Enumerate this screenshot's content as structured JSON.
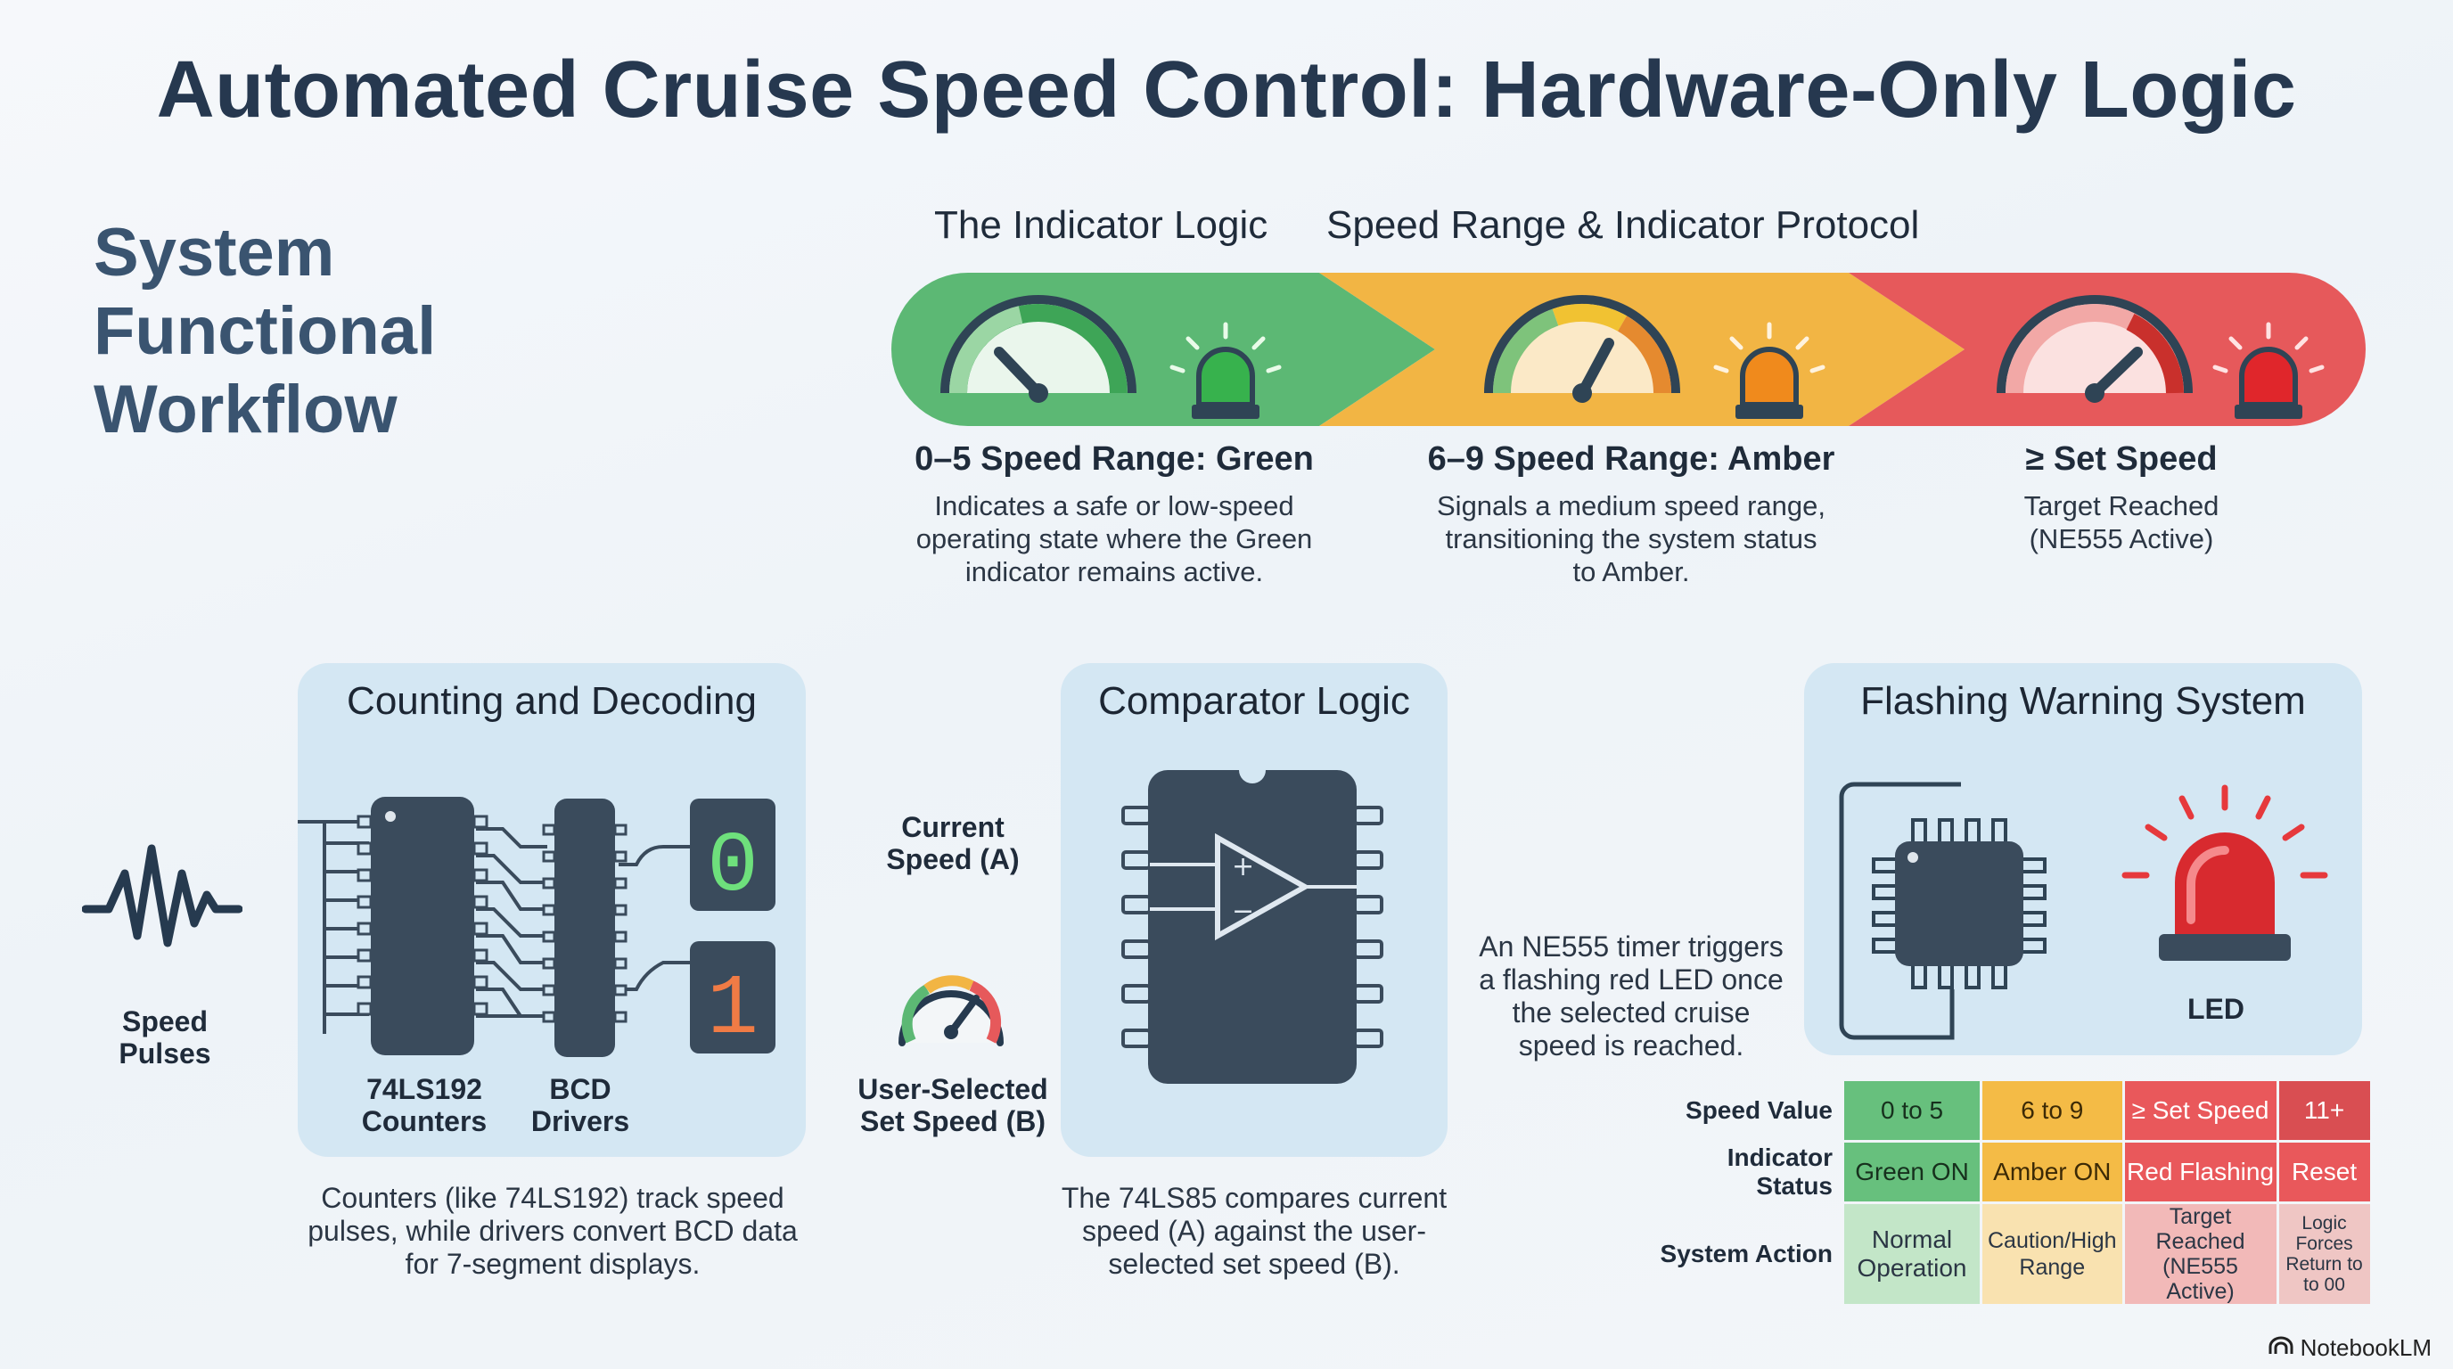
{
  "title": "Automated Cruise Speed Control: Hardware-Only Logic",
  "system": {
    "lines": [
      "System",
      "Functional",
      "Workflow"
    ]
  },
  "indicator_logic": {
    "heading": "The Indicator Logic"
  },
  "protocol": {
    "heading": "Speed Range & Indicator Protocol"
  },
  "ranges": [
    {
      "title": "0–5 Speed Range: Green",
      "desc": "Indicates a safe or low-speed operating state where the Green indicator remains active.",
      "color": "#5cb874"
    },
    {
      "title": "6–9 Speed Range: Amber",
      "desc": "Signals a medium speed range, transitioning the system status to Amber.",
      "color": "#f2b544"
    },
    {
      "title": "≥ Set Speed",
      "desc": "Target Reached (NE555 Active)",
      "color": "#e6595b"
    }
  ],
  "speed_pulses": {
    "label_line1": "Speed",
    "label_line2": "Pulses"
  },
  "counting": {
    "title": "Counting and Decoding",
    "chip1_line1": "74LS192",
    "chip1_line2": "Counters",
    "chip2_line1": "BCD",
    "chip2_line2": "Drivers",
    "digit_top": "0",
    "digit_bottom": "1",
    "desc": "Counters (like 74LS192) track speed pulses, while drivers convert BCD data for 7-segment displays."
  },
  "inputs": {
    "current_line1": "Current",
    "current_line2": "Speed (A)",
    "set_line1": "User-Selected",
    "set_line2": "Set Speed (B)"
  },
  "comparator": {
    "title": "Comparator Logic",
    "plus": "+",
    "minus": "−",
    "desc": "The 74LS85 compares current speed (A) against the user-selected set speed (B)."
  },
  "flashing": {
    "title": "Flashing Warning System",
    "led_label": "LED",
    "desc": "An NE555 timer triggers a flashing red LED once the selected cruise speed is reached."
  },
  "table": {
    "row_heads": [
      "Speed Value",
      "Indicator Status",
      "System Action"
    ],
    "speed_values": [
      "0 to 5",
      "6 to 9",
      "≥ Set Speed",
      "11+"
    ],
    "indicator_status": [
      "Green ON",
      "Amber ON",
      "Red Flashing",
      "Reset"
    ],
    "system_action": [
      "Normal Operation",
      "Caution/High Range",
      "Target Reached (NE555 Active)",
      "Logic Forces Return to to 00"
    ]
  },
  "branding": {
    "name": "NotebookLM"
  },
  "colors": {
    "green": "#5cb874",
    "amber": "#f2b544",
    "red": "#e6595b",
    "chip": "#3a4b5c",
    "panel": "#d4e7f3",
    "title": "#26384f"
  }
}
